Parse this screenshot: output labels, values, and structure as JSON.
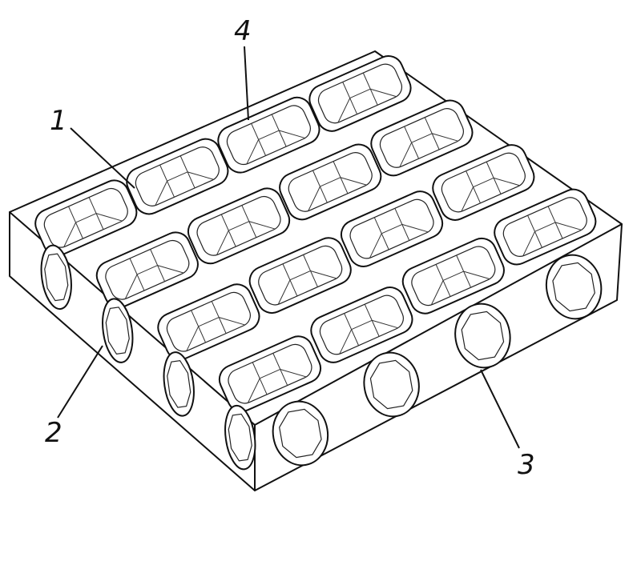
{
  "callouts": [
    {
      "id": "1",
      "label": "1"
    },
    {
      "id": "2",
      "label": "2"
    },
    {
      "id": "3",
      "label": "3"
    },
    {
      "id": "4",
      "label": "4"
    }
  ],
  "grid": {
    "rows": 4,
    "cols": 4
  },
  "side_holes": {
    "left_face": 4,
    "front_face": 4
  }
}
